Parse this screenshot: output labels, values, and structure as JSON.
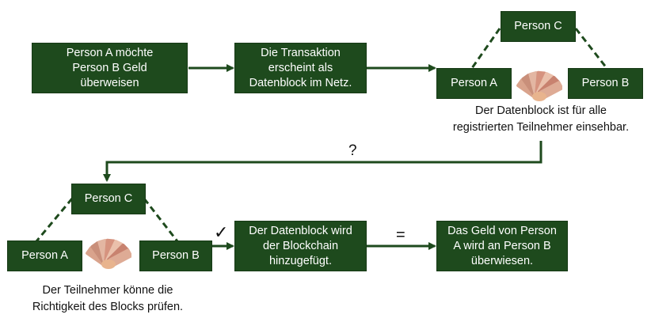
{
  "colors": {
    "box_fill": "#1e4a1d",
    "box_text": "#ffffff",
    "line": "#1e4a1d"
  },
  "icons": {
    "money": "banknotes-fan-icon",
    "check": "check-mark-icon"
  },
  "top_row": {
    "step1": "Person A möchte\nPerson B Geld\nüberweisen",
    "step2": "Die Transaktion\nerscheint als\nDatenblock im Netz.",
    "network": {
      "person_c": "Person C",
      "person_a": "Person A",
      "person_b": "Person B",
      "caption": "Der Datenblock ist für alle\nregistrierten Teilnehmer einsehbar."
    }
  },
  "question_mark": "?",
  "bottom_row": {
    "network": {
      "person_c": "Person C",
      "person_a": "Person A",
      "person_b": "Person B",
      "caption": "Der Teilnehmer könne die\nRichtigkeit des Blocks prüfen."
    },
    "check_mark": "✓",
    "step_added": "Der Datenblock wird\nder Blockchain\nhinzugefügt.",
    "equals": "=",
    "step_result": "Das Geld von Person\nA wird an Person B\nüberwiesen."
  }
}
